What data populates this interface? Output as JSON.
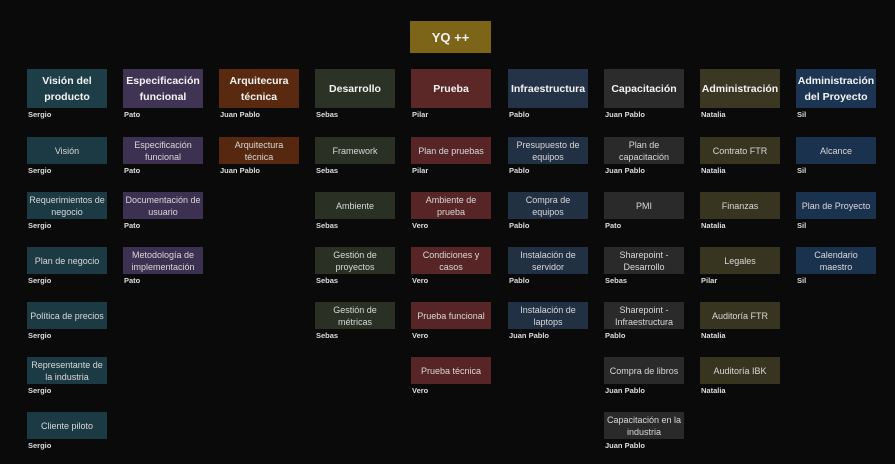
{
  "root": "YQ ++",
  "columns": [
    {
      "title": "Visión del producto",
      "owner": "Sergio",
      "color": "#1d3d47",
      "tasks": [
        {
          "label": "Visión",
          "owner": "Sergio"
        },
        {
          "label": "Requerimientos de negocio",
          "owner": "Sergio"
        },
        {
          "label": "Plan de negocio",
          "owner": "Sergio"
        },
        {
          "label": "Política de precios",
          "owner": "Sergio"
        },
        {
          "label": "Representante de la industria",
          "owner": "Sergio"
        },
        {
          "label": "Cliente piloto",
          "owner": "Sergio"
        }
      ]
    },
    {
      "title": "Especificación funcional",
      "owner": "Pato",
      "color": "#403455",
      "tasks": [
        {
          "label": "Especificación funcional",
          "owner": "Pato"
        },
        {
          "label": "Documentación de usuario",
          "owner": "Pato"
        },
        {
          "label": "Metodología de implementación",
          "owner": "Pato"
        }
      ]
    },
    {
      "title": "Arquitecura técnica",
      "owner": "Juan Pablo",
      "color": "#5a2a10",
      "tasks": [
        {
          "label": "Arquitectura técnica",
          "owner": "Juan Pablo"
        }
      ]
    },
    {
      "title": "Desarrollo",
      "owner": "Sebas",
      "color": "#2d3226",
      "tasks": [
        {
          "label": "Framework",
          "owner": "Sebas"
        },
        {
          "label": "Ambiente",
          "owner": "Sebas"
        },
        {
          "label": "Gestión de proyectos",
          "owner": "Sebas"
        },
        {
          "label": "Gestión de métricas",
          "owner": "Sebas"
        }
      ]
    },
    {
      "title": "Prueba",
      "owner": "Pilar",
      "color": "#5c2727",
      "tasks": [
        {
          "label": "Plan de pruebas",
          "owner": "Pilar"
        },
        {
          "label": "Ambiente de prueba",
          "owner": "Vero"
        },
        {
          "label": "Condiciones y casos",
          "owner": "Vero"
        },
        {
          "label": "Prueba funcional",
          "owner": "Vero"
        },
        {
          "label": "Prueba técnica",
          "owner": "Vero"
        }
      ]
    },
    {
      "title": "Infraestructura",
      "owner": "Pablo",
      "color": "#243348",
      "tasks": [
        {
          "label": "Presupuesto de equipos",
          "owner": "Pablo"
        },
        {
          "label": "Compra de equipos",
          "owner": "Pablo"
        },
        {
          "label": "Instalación de servidor",
          "owner": "Pablo"
        },
        {
          "label": "Instalación de laptops",
          "owner": "Juan Pablo"
        }
      ]
    },
    {
      "title": "Capacitación",
      "owner": "Juan Pablo",
      "color": "#2c2c2c",
      "tasks": [
        {
          "label": "Plan de capacitación",
          "owner": "Juan Pablo"
        },
        {
          "label": "PMI",
          "owner": "Pato"
        },
        {
          "label": "Sharepoint - Desarrollo",
          "owner": "Sebas"
        },
        {
          "label": "Sharepoint - Infraestructura",
          "owner": "Pablo"
        },
        {
          "label": "Compra de libros",
          "owner": "Juan Pablo"
        },
        {
          "label": "Capacitación en la industria",
          "owner": "Juan Pablo"
        }
      ]
    },
    {
      "title": "Administración",
      "owner": "Natalia",
      "color": "#3a3722",
      "tasks": [
        {
          "label": "Contrato FTR",
          "owner": "Natalia"
        },
        {
          "label": "Finanzas",
          "owner": "Natalia"
        },
        {
          "label": "Legales",
          "owner": "Pilar"
        },
        {
          "label": "Auditoría FTR",
          "owner": "Natalia"
        },
        {
          "label": "Auditoría IBK",
          "owner": "Natalia"
        }
      ]
    },
    {
      "title": "Administración del Proyecto",
      "owner": "Sil",
      "color": "#1c3552",
      "tasks": [
        {
          "label": "Alcance",
          "owner": "Sil"
        },
        {
          "label": "Plan de Proyecto",
          "owner": "Sil"
        },
        {
          "label": "Calendario maestro",
          "owner": "Sil"
        }
      ]
    }
  ]
}
